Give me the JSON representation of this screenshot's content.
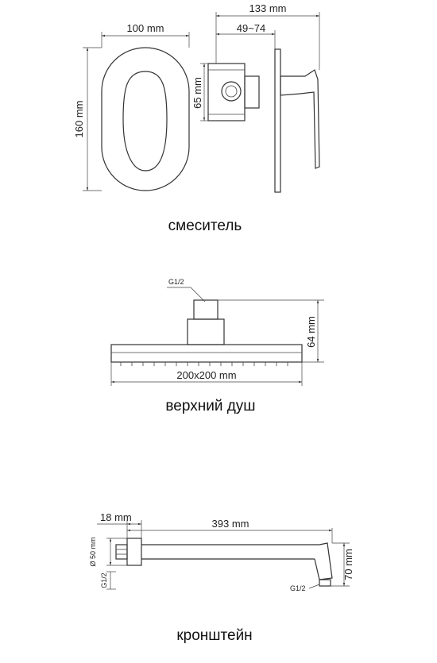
{
  "mixer": {
    "width": "100 mm",
    "height": "160 mm",
    "depth_total": "133 mm",
    "depth_range": "49~74",
    "body_height": "65 mm",
    "caption": "смеситель"
  },
  "head_shower": {
    "thread": "G1/2",
    "height": "64 mm",
    "size": "200x200 mm",
    "caption": "верхний душ"
  },
  "bracket": {
    "flange_depth": "18 mm",
    "length": "393 mm",
    "diameter": "Ø 50 mm",
    "thread_left": "G1/2",
    "thread_right": "G1/2",
    "drop": "70 mm",
    "caption": "кронштейн"
  }
}
